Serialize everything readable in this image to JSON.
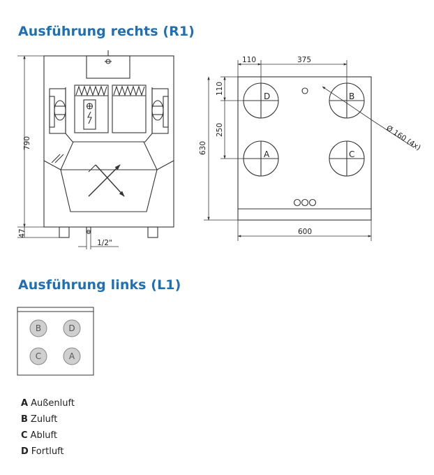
{
  "headings": {
    "right_version": "Ausführung rechts (R1)",
    "left_version": "Ausführung links (L1)"
  },
  "dimensions": {
    "height_790": "790",
    "feet_47": "47",
    "thread": "1/2\"",
    "top_110": "110",
    "top_375": "375",
    "side_110": "110",
    "side_250": "250",
    "side_630": "630",
    "width_600": "600",
    "diameter": "Ø 160 (4x)"
  },
  "ports_r1": {
    "top_left": "D",
    "top_right": "B",
    "bottom_left": "A",
    "bottom_right": "C"
  },
  "ports_l1": {
    "top_left": "B",
    "top_right": "D",
    "bottom_left": "C",
    "bottom_right": "A"
  },
  "legend": [
    {
      "key": "A",
      "label": "Außenluft"
    },
    {
      "key": "B",
      "label": "Zuluft"
    },
    {
      "key": "C",
      "label": "Abluft"
    },
    {
      "key": "D",
      "label": "Fortluft"
    }
  ],
  "colors": {
    "heading": "#1f6fb5",
    "line": "#333333",
    "port_fill_l1": "#cfcfcf"
  }
}
